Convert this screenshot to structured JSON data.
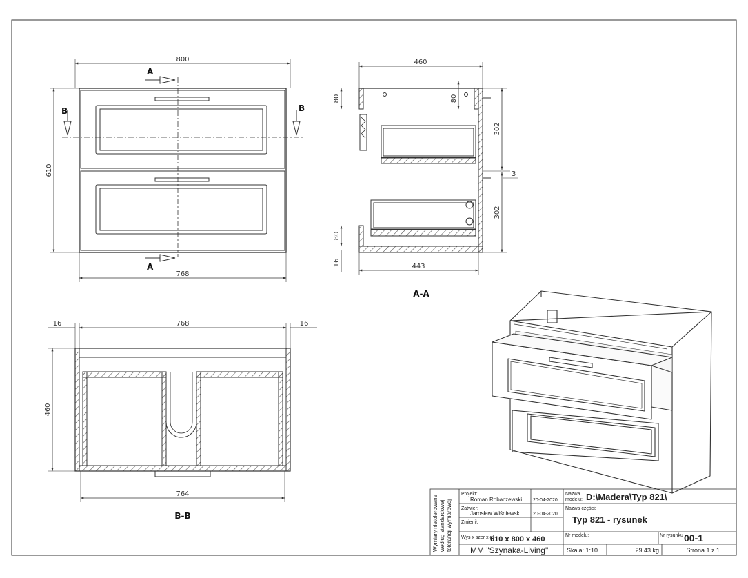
{
  "front_view": {
    "dim_width_top": "800",
    "dim_width_bottom": "768",
    "dim_height": "610",
    "section_a_label": "A",
    "section_b_label": "B"
  },
  "section_aa": {
    "title": "A-A",
    "dim_depth_top": "460",
    "dim_depth_bottom": "443",
    "dim_rail_top": "80",
    "dim_rail_top_inner": "80",
    "dim_rail_bottom": "80",
    "dim_bottom_thickness": "16",
    "dim_drawer_upper": "302",
    "dim_drawer_lower": "302",
    "dim_gap": "3"
  },
  "section_bb": {
    "title": "B-B",
    "dim_left_panel": "16",
    "dim_right_panel": "16",
    "dim_inner_width": "768",
    "dim_depth": "460",
    "dim_bottom_width": "764"
  },
  "title_block": {
    "side_note_1": "Wymiary nietolerowane",
    "side_note_2": "według standardowej",
    "side_note_3": "tolerancji wymiarowej",
    "projekt_label": "Projekt:",
    "projekt_name": "Roman Robaczewski",
    "projekt_date": "20-04-2020",
    "zatwier_label": "Zatwier:",
    "zatwier_name": "Jarosław Wiśniewski",
    "zatwier_date": "20-04-2020",
    "zmienil_label": "Zmienił:",
    "nazwa_modelu_label_1": "Nazwa",
    "nazwa_modelu_label_2": "modelu:",
    "nazwa_modelu_value": "D:\\Madera\\Typ 821\\",
    "nazwa_czesci_label": "Nazwa części:",
    "nazwa_czesci_value": "Typ 821 - rysunek",
    "dims_label": "Wys x szer x gł",
    "dims_value": "610 x 800 x 460",
    "nr_modelu_label": "Nr modelu:",
    "nr_rysunku_label": "Nr rysunku",
    "nr_rysunku_value": "00-1",
    "company": "MM \"Szynaka-Living\"",
    "skala": "Skala: 1:10",
    "weight": "29.43 kg",
    "page": "Strona 1 z 1"
  },
  "colors": {
    "line": "#333333",
    "hatch": "#555555",
    "page_red": "#e03c3c"
  }
}
